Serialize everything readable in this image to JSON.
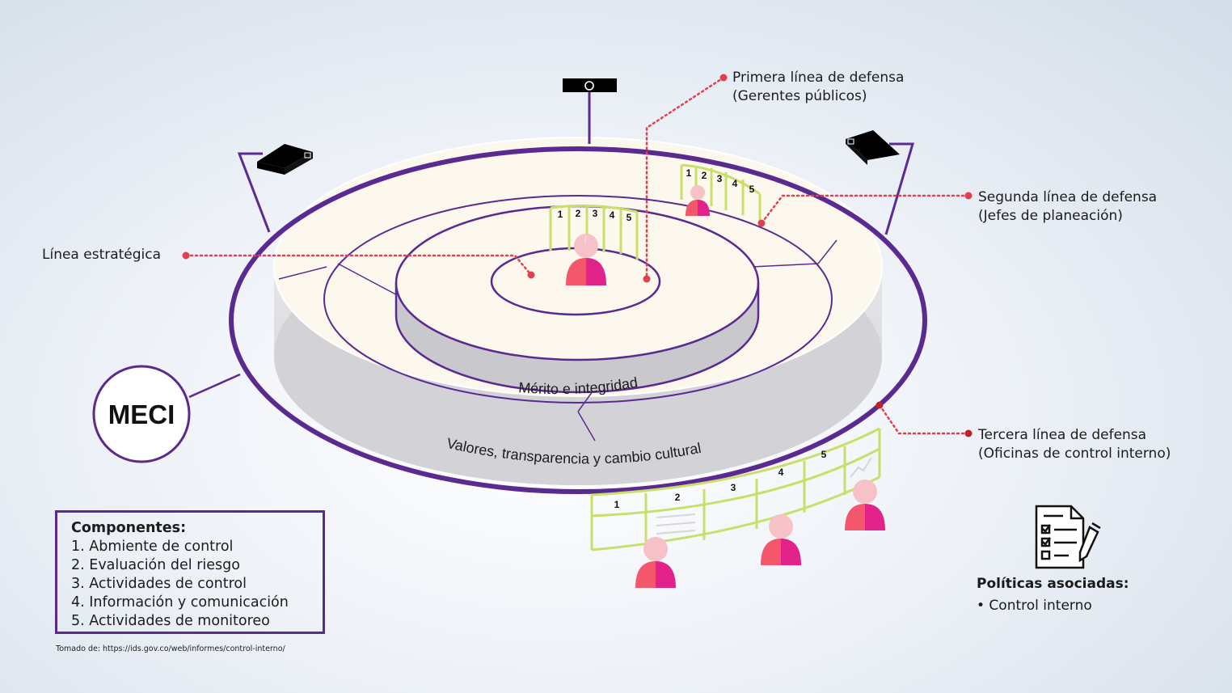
{
  "diagram": {
    "center_label": "MECI",
    "ring_labels": {
      "inner": "Mérito e integridad",
      "outer": "Valores, transparencia y cambio cultural"
    },
    "callouts": {
      "estrategica": "Línea estratégica",
      "primera": {
        "line1": "Primera línea de defensa",
        "line2": "(Gerentes públicos)"
      },
      "segunda": {
        "line1": "Segunda línea de defensa",
        "line2": "(Jefes de planeación)"
      },
      "tercera": {
        "line1": "Tercera línea de defensa",
        "line2": "(Oficinas de control interno)"
      }
    },
    "step_numbers": [
      "1",
      "2",
      "3",
      "4",
      "5"
    ]
  },
  "components": {
    "title": "Componentes:",
    "items": [
      "1.  Abmiente de control",
      "2. Evaluación del riesgo",
      "3. Actividades de control",
      "4. Información y comunicación",
      "5. Actividades de monitoreo"
    ]
  },
  "policies": {
    "title": "Políticas asociadas:",
    "items": [
      "• Control interno"
    ]
  },
  "source": "Tomado de: https://ids.gov.co/web/informes/control-interno/",
  "colors": {
    "purple": "#5b2a91",
    "red_dot": "#e0404f",
    "lime": "#c8e06a",
    "person_coral": "#f4566b",
    "person_magenta": "#e0228a",
    "person_light": "#f7c1c8",
    "disc_cream": "#fdf8ee",
    "disc_side": "#d9d9dc"
  },
  "icons": [
    "camera-icon",
    "person-icon",
    "checklist-icon",
    "pencil-icon"
  ]
}
